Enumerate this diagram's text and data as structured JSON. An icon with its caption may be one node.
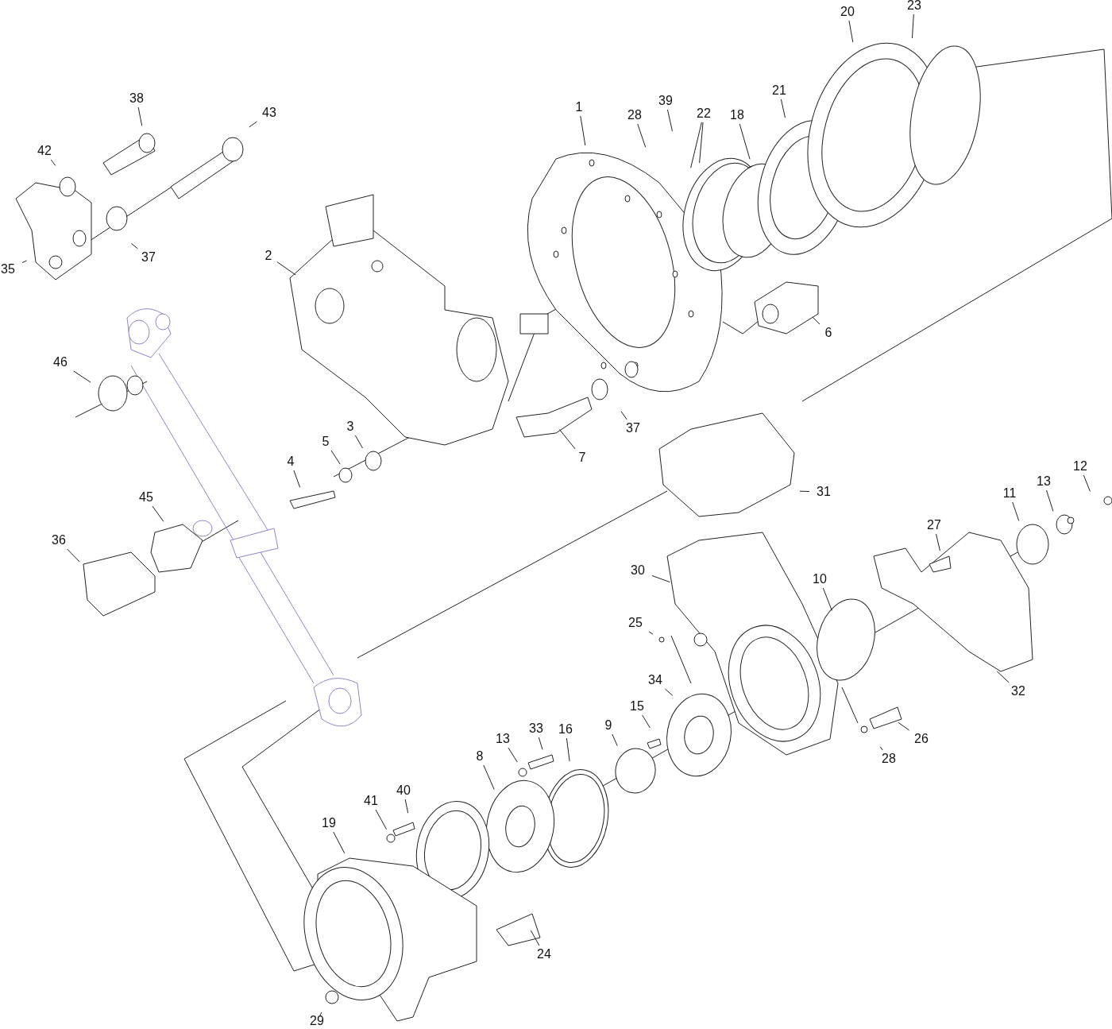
{
  "diagram": {
    "nodes": [
      {
        "text": [
          "1"
        ]
      },
      {
        "text": [
          "28"
        ]
      },
      {
        "text": [
          "39"
        ]
      },
      {
        "text": [
          "22"
        ]
      },
      {
        "text": [
          "18"
        ]
      },
      {
        "text": [
          "21"
        ]
      },
      {
        "text": [
          "20"
        ]
      },
      {
        "text": [
          "23"
        ]
      },
      {
        "text": [
          "2"
        ]
      },
      {
        "text": [
          "6"
        ]
      },
      {
        "text": [
          "37"
        ]
      },
      {
        "text": [
          "35"
        ]
      },
      {
        "text": [
          "42"
        ]
      },
      {
        "text": [
          "38"
        ]
      },
      {
        "text": [
          "43"
        ]
      },
      {
        "text": [
          "46"
        ]
      },
      {
        "text": [
          "45"
        ]
      },
      {
        "text": [
          "36"
        ]
      },
      {
        "text": [
          "4"
        ]
      },
      {
        "text": [
          "5"
        ]
      },
      {
        "text": [
          "3"
        ]
      },
      {
        "text": [
          "7"
        ]
      },
      {
        "text": [
          "37"
        ]
      },
      {
        "text": [
          "31"
        ]
      },
      {
        "text": [
          "12"
        ]
      },
      {
        "text": [
          "13"
        ]
      },
      {
        "text": [
          "11"
        ]
      },
      {
        "text": [
          "27"
        ]
      },
      {
        "text": [
          "30"
        ]
      },
      {
        "text": [
          "10"
        ]
      },
      {
        "text": [
          "25"
        ]
      },
      {
        "text": [
          "32"
        ]
      },
      {
        "text": [
          "34"
        ]
      },
      {
        "text": [
          "15"
        ]
      },
      {
        "text": [
          "9"
        ]
      },
      {
        "text": [
          "33"
        ]
      },
      {
        "text": [
          "16"
        ]
      },
      {
        "text": [
          "13"
        ]
      },
      {
        "text": [
          "26"
        ]
      },
      {
        "text": [
          "28"
        ]
      },
      {
        "text": [
          "8"
        ]
      },
      {
        "text": [
          "40"
        ]
      },
      {
        "text": [
          "41"
        ]
      },
      {
        "text": [
          "19"
        ]
      },
      {
        "text": [
          "24"
        ]
      },
      {
        "text": [
          "29"
        ]
      }
    ],
    "edges": [
      {
        "from": 0,
        "to": null,
        "arrow": "none"
      },
      {
        "from": 1,
        "to": null,
        "arrow": "none"
      },
      {
        "from": 2,
        "to": null,
        "arrow": "none"
      },
      {
        "from": 3,
        "to": null,
        "arrow": "none"
      },
      {
        "from": 4,
        "to": null,
        "arrow": "none"
      },
      {
        "from": 5,
        "to": null,
        "arrow": "none"
      },
      {
        "from": 6,
        "to": null,
        "arrow": "none"
      },
      {
        "from": 7,
        "to": null,
        "arrow": "none"
      },
      {
        "from": 8,
        "to": null,
        "arrow": "none"
      },
      {
        "from": 9,
        "to": null,
        "arrow": "none"
      },
      {
        "from": 10,
        "to": null,
        "arrow": "none"
      },
      {
        "from": 11,
        "to": null,
        "arrow": "none"
      },
      {
        "from": 12,
        "to": null,
        "arrow": "none"
      },
      {
        "from": 13,
        "to": null,
        "arrow": "none"
      },
      {
        "from": 14,
        "to": null,
        "arrow": "none"
      },
      {
        "from": 15,
        "to": null,
        "arrow": "none"
      },
      {
        "from": 16,
        "to": null,
        "arrow": "none"
      },
      {
        "from": 17,
        "to": null,
        "arrow": "none"
      },
      {
        "from": 18,
        "to": null,
        "arrow": "none"
      },
      {
        "from": 19,
        "to": null,
        "arrow": "none"
      },
      {
        "from": 20,
        "to": null,
        "arrow": "none"
      },
      {
        "from": 21,
        "to": null,
        "arrow": "none"
      },
      {
        "from": 22,
        "to": null,
        "arrow": "none"
      },
      {
        "from": 23,
        "to": null,
        "arrow": "none"
      },
      {
        "from": 24,
        "to": null,
        "arrow": "none"
      },
      {
        "from": 25,
        "to": null,
        "arrow": "none"
      },
      {
        "from": 26,
        "to": null,
        "arrow": "none"
      },
      {
        "from": 27,
        "to": null,
        "arrow": "none"
      },
      {
        "from": 28,
        "to": null,
        "arrow": "none"
      },
      {
        "from": 29,
        "to": null,
        "arrow": "none"
      },
      {
        "from": 30,
        "to": null,
        "arrow": "none"
      },
      {
        "from": 31,
        "to": null,
        "arrow": "none"
      },
      {
        "from": 32,
        "to": null,
        "arrow": "none"
      },
      {
        "from": 33,
        "to": null,
        "arrow": "none"
      },
      {
        "from": 34,
        "to": null,
        "arrow": "none"
      },
      {
        "from": 35,
        "to": null,
        "arrow": "none"
      },
      {
        "from": 36,
        "to": null,
        "arrow": "none"
      },
      {
        "from": 37,
        "to": null,
        "arrow": "none"
      },
      {
        "from": 38,
        "to": null,
        "arrow": "none"
      },
      {
        "from": 39,
        "to": null,
        "arrow": "none"
      },
      {
        "from": 40,
        "to": null,
        "arrow": "none"
      },
      {
        "from": 41,
        "to": null,
        "arrow": "none"
      },
      {
        "from": 42,
        "to": null,
        "arrow": "none"
      },
      {
        "from": 43,
        "to": null,
        "arrow": "none"
      },
      {
        "from": 44,
        "to": null,
        "arrow": "none"
      },
      {
        "from": 45,
        "to": null,
        "arrow": "none"
      },
      {
        "from": 3,
        "to": null,
        "arrow": "none"
      }
    ]
  }
}
